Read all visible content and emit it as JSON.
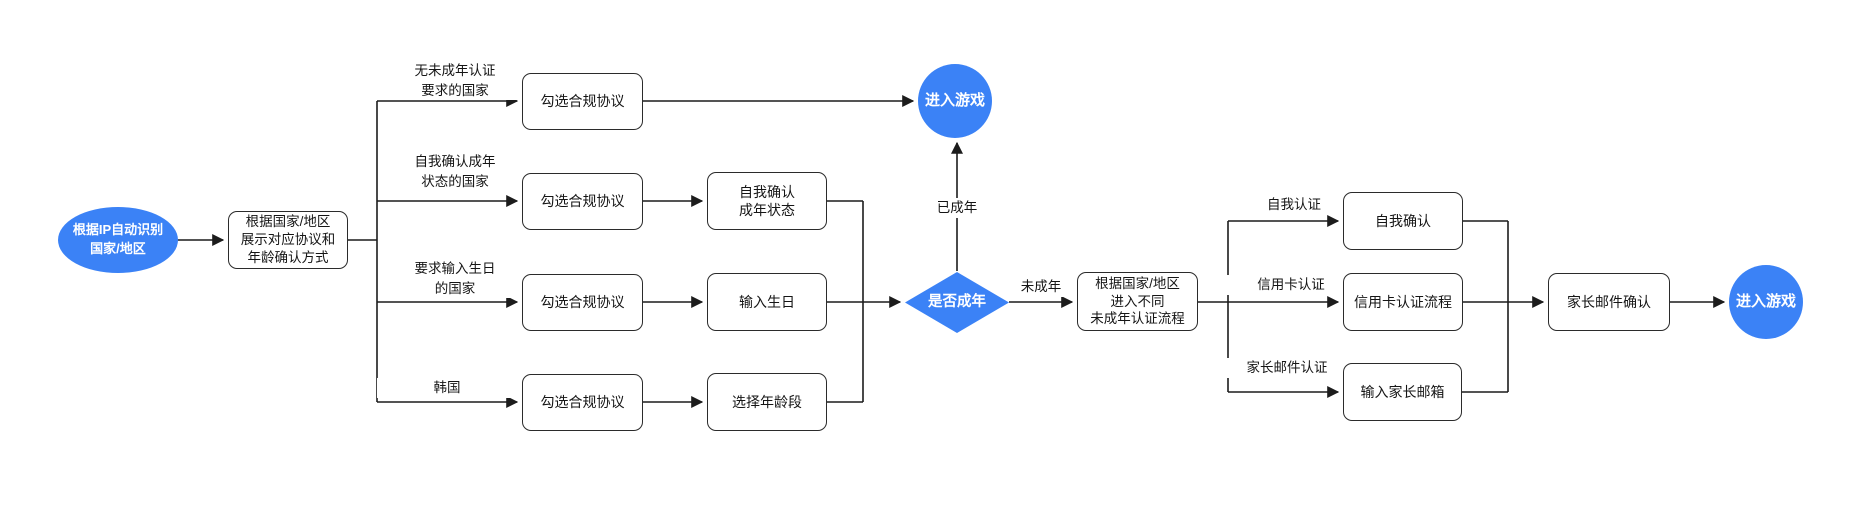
{
  "diagram": {
    "colors": {
      "node_blue": "#3b82f6",
      "node_text_light": "#ffffff",
      "line": "#1c1c1c",
      "text": "#151515",
      "background": "#ffffff"
    },
    "start": {
      "label": "根据IP自动识别\n国家/地区"
    },
    "show_agreement": {
      "label": "根据国家/地区\n展示对应协议和\n年龄确认方式"
    },
    "branches": [
      {
        "edge_label": "无未成年认证\n要求的国家",
        "step1": "勾选合规协议"
      },
      {
        "edge_label": "自我确认成年\n状态的国家",
        "step1": "勾选合规协议",
        "step2": "自我确认\n成年状态"
      },
      {
        "edge_label": "要求输入生日\n的国家",
        "step1": "勾选合规协议",
        "step2": "输入生日"
      },
      {
        "edge_label": "韩国",
        "step1": "勾选合规协议",
        "step2": "选择年龄段"
      }
    ],
    "enter_game_top": {
      "label": "进入游戏"
    },
    "decision": {
      "label": "是否成年",
      "edge_yes": "已成年",
      "edge_no": "未成年"
    },
    "minor_route": {
      "label": "根据国家/地区\n进入不同\n未成年认证流程"
    },
    "verify_branches": [
      {
        "edge_label": "自我认证",
        "step": "自我确认"
      },
      {
        "edge_label": "信用卡认证",
        "step": "信用卡认证流程"
      },
      {
        "edge_label": "家长邮件认证",
        "step": "输入家长邮箱"
      }
    ],
    "parent_confirm": {
      "label": "家长邮件确认"
    },
    "enter_game_end": {
      "label": "进入游戏"
    }
  }
}
